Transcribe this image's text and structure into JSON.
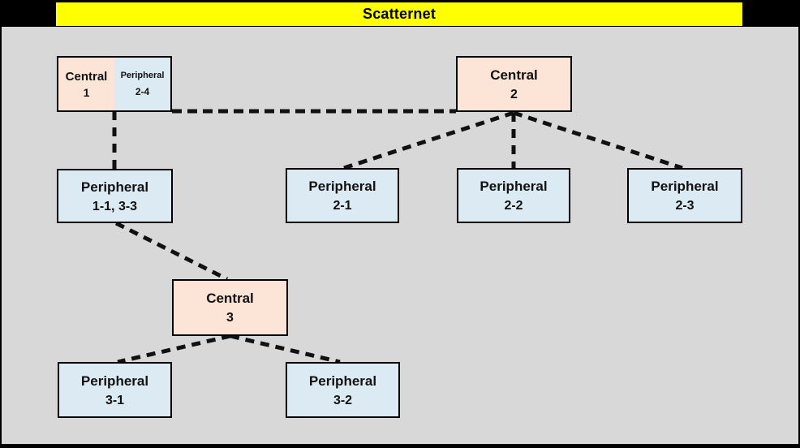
{
  "title": "Scatternet",
  "colors": {
    "frame_bg": "#000000",
    "title_bg": "#FFFF00",
    "canvas_bg": "#D8D8D8",
    "central_fill": "#FCE5D6",
    "peripheral_fill": "#DCEBF3",
    "border": "#000000",
    "edge": "#111111"
  },
  "nodes": {
    "combo_central1": {
      "line1": "Central",
      "line2": "1",
      "role": "central"
    },
    "combo_peripheral24": {
      "line1": "Peripheral",
      "line2": "2-4",
      "role": "peripheral"
    },
    "central2": {
      "line1": "Central",
      "line2": "2",
      "role": "central"
    },
    "peripheral11": {
      "line1": "Peripheral",
      "line2": "1-1, 3-3",
      "role": "peripheral"
    },
    "peripheral21": {
      "line1": "Peripheral",
      "line2": "2-1",
      "role": "peripheral"
    },
    "peripheral22": {
      "line1": "Peripheral",
      "line2": "2-2",
      "role": "peripheral"
    },
    "peripheral23": {
      "line1": "Peripheral",
      "line2": "2-3",
      "role": "peripheral"
    },
    "central3": {
      "line1": "Central",
      "line2": "3",
      "role": "central"
    },
    "peripheral31": {
      "line1": "Peripheral",
      "line2": "3-1",
      "role": "peripheral"
    },
    "peripheral32": {
      "line1": "Peripheral",
      "line2": "3-2",
      "role": "peripheral"
    }
  },
  "edges": [
    {
      "from": "Central 1",
      "to": "Peripheral 1-1, 3-3",
      "style": "dashed"
    },
    {
      "from": "Peripheral 2-4",
      "to": "Central 2",
      "style": "dashed"
    },
    {
      "from": "Central 2",
      "to": "Peripheral 2-1",
      "style": "dashed"
    },
    {
      "from": "Central 2",
      "to": "Peripheral 2-2",
      "style": "dashed"
    },
    {
      "from": "Central 2",
      "to": "Peripheral 2-3",
      "style": "dashed"
    },
    {
      "from": "Peripheral 1-1, 3-3",
      "to": "Central 3",
      "style": "dashed"
    },
    {
      "from": "Central 3",
      "to": "Peripheral 3-1",
      "style": "dashed"
    },
    {
      "from": "Central 3",
      "to": "Peripheral 3-2",
      "style": "dashed"
    }
  ]
}
